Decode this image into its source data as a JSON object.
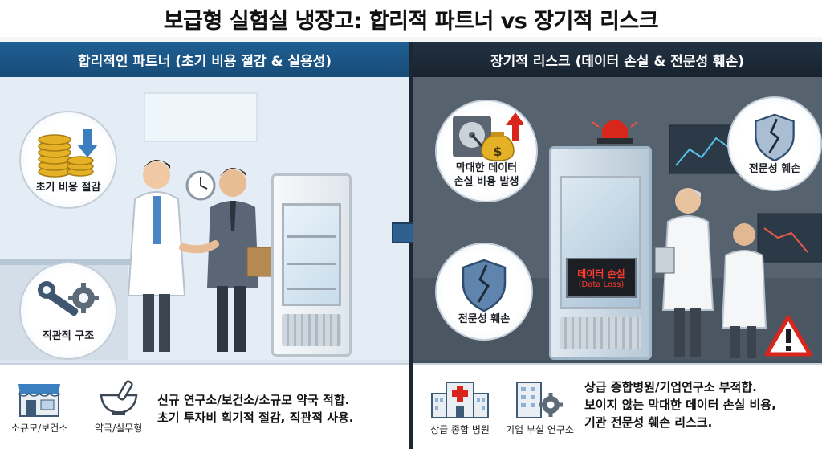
{
  "title": "보급형 실험실 냉장고: 합리적 파트너 vs 장기적 리스크",
  "left": {
    "header": "합리적인 파트너 (초기 비용 절감 & 실용성)",
    "bubble_cost": "초기 비용 절감",
    "bubble_structure": "직관적 구조",
    "bottom": {
      "item1": "소규모/보건소",
      "item2": "약국/실무형",
      "desc_line1": "신규 연구소/보건소/소규모 약국 적합.",
      "desc_line2": "초기 투자비 획기적 절감, 직관적 사용."
    }
  },
  "right": {
    "header": "장기적 리스크 (데이터 손실 & 전문성 훼손)",
    "bubble_loss": "막대한 데이터 손실 비용 발생",
    "bubble_loss_line1": "막대한 데이터",
    "bubble_loss_line2": "손실 비용 발생",
    "bubble_expertise_1": "전문성 훼손",
    "bubble_expertise_2": "전문성 훼손",
    "screen_line1": "데이터 손실",
    "screen_line2": "(Data Loss)",
    "bottom": {
      "item1": "상급 종합 병원",
      "item2": "기업 부설 연구소",
      "desc_line1": "상급 종합병원/기업연구소 부적합.",
      "desc_line2": "보이지 않는 막대한 데이터 손실 비용,",
      "desc_line3": "기관 전문성 훼손 리스크."
    }
  },
  "colors": {
    "left_header": "#1f5f93",
    "right_header": "#223243",
    "alert_red": "#d9261c",
    "coin_gold": "#e5b227"
  },
  "icons": [
    "coins-icon",
    "down-arrow-icon",
    "wrench-icon",
    "gear-icon",
    "hard-drive-icon",
    "money-bag-icon",
    "up-arrow-icon",
    "shield-cracked-icon",
    "siren-icon",
    "warning-icon",
    "store-icon",
    "mortar-icon",
    "hospital-icon",
    "factory-gear-icon"
  ]
}
